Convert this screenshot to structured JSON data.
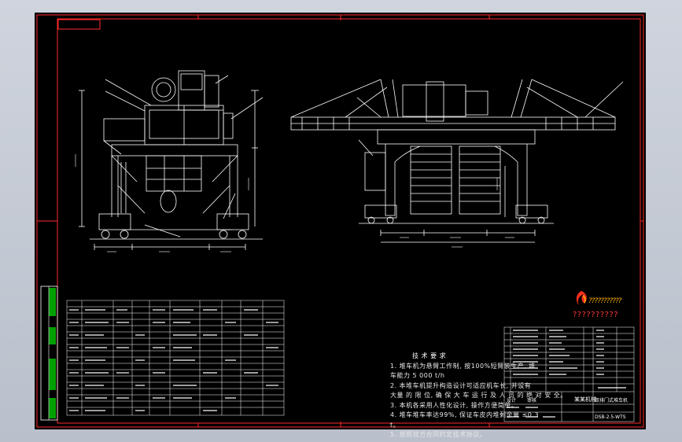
{
  "tech": {
    "title": "技 术 要 求",
    "lines": [
      "1. 堆车机为悬臂工作制, 按100%短臂装生产, 堆",
      "车能力 5 000 t/h",
      "2. 本堆车机提升构造设计可适应机车长, 并设有",
      "大量 的 限 位, 确 保 大 车 运 行 及 人 员 的 绝 对 安 全。",
      "3. 本机各采用人性化设计, 操作方便简单。",
      "4. 堆车堆车率达99%, 保证车皮内堆剩余量 ≤0.3",
      "t。",
      "5. 按照双方合同约定技术协议。"
    ]
  },
  "logo": {
    "mark": "???????????",
    "text": "??????????"
  },
  "title_block": {
    "company": "某某机械",
    "drawing_name": "双排门式堆车机",
    "drawing_no": "DSB-2.5-WTS",
    "design": "设计",
    "check": "审核"
  },
  "colors": {
    "sheet": "#000000",
    "frame": "#ff2a2a",
    "linework": "#ffffff",
    "dim": "#ffffff",
    "table_green": "#00a000"
  }
}
